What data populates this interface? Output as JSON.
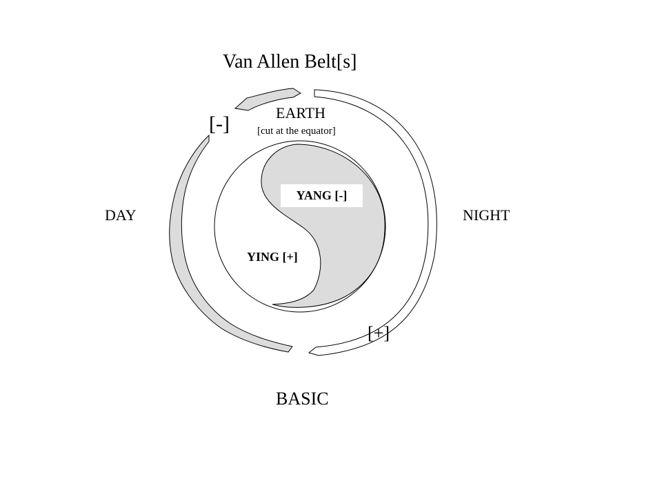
{
  "title": "Van Allen Belt[s]",
  "earth": {
    "label": "EARTH",
    "sublabel": "[cut at the equator]"
  },
  "sides": {
    "day": "DAY",
    "night": "NIGHT",
    "basic": "BASIC"
  },
  "belts": {
    "negative_label": "[-]",
    "positive_label": "[+]"
  },
  "yin_yang": {
    "yang_label": "YANG [-]",
    "ying_label": "YING [+]"
  },
  "colors": {
    "shaded": "#dcdcdc",
    "stroke": "#000000",
    "background": "#ffffff"
  }
}
